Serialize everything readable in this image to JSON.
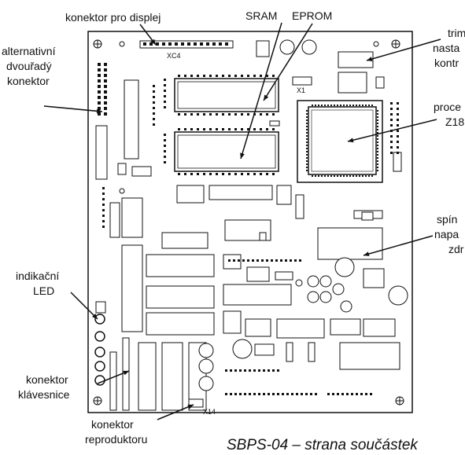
{
  "caption": "SBPS-04 – strana součástek",
  "labels": {
    "display_connector": "konektor pro displej",
    "sram": "SRAM",
    "eprom": "EPROM",
    "alt_connector": [
      "alternativní",
      "dvouřadý",
      "konektor"
    ],
    "trimmer": [
      "trim",
      "nasta",
      "kontr"
    ],
    "processor": [
      "proce",
      "Z18"
    ],
    "switching_psu": [
      "spín",
      "napa",
      "zdr"
    ],
    "indicator_led": [
      "indikační",
      "LED"
    ],
    "keyboard_connector": [
      "konektor",
      "klávesnice"
    ],
    "speaker_connector": [
      "konektor",
      "reproduktoru"
    ]
  },
  "board_marks": {
    "xc4": "XC4",
    "x1": "X1",
    "x14": "X14"
  }
}
